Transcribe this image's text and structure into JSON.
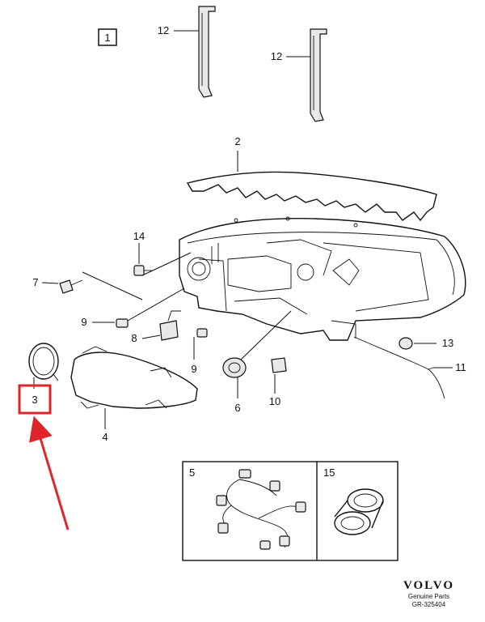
{
  "view_marker": "1",
  "callouts": {
    "c2": "2",
    "c3": "3",
    "c4": "4",
    "c5": "5",
    "c6": "6",
    "c7": "7",
    "c8": "8",
    "c9a": "9",
    "c9b": "9",
    "c10": "10",
    "c11": "11",
    "c12a": "12",
    "c12b": "12",
    "c13": "13",
    "c14": "14",
    "c15": "15"
  },
  "brand": {
    "logo": "VOLVO",
    "line1": "Genuine Parts",
    "line2": "GR-325404"
  },
  "highlight": {
    "target": "3",
    "color": "#e0252a"
  }
}
